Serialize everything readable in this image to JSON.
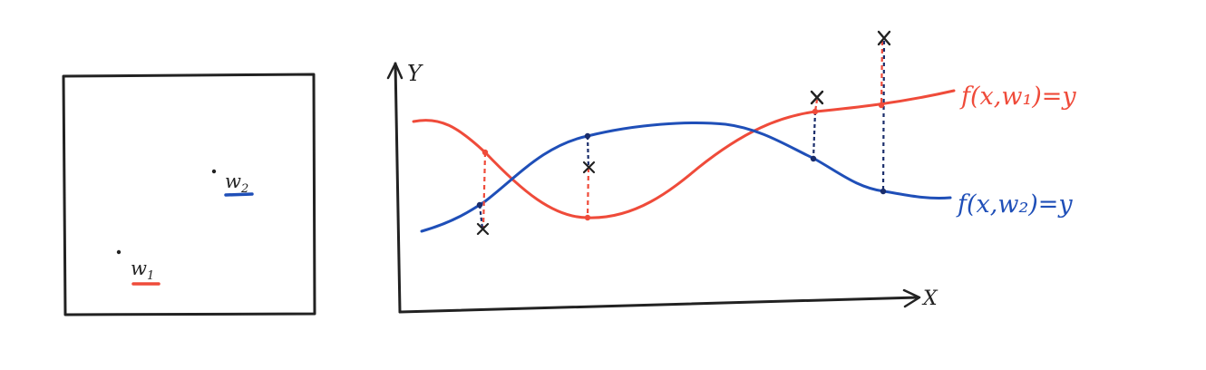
{
  "parameter_space": {
    "points": [
      {
        "label": "w",
        "subscript": "1",
        "color": "#ef4b3a"
      },
      {
        "label": "w",
        "subscript": "2",
        "color": "#1f4fb8"
      }
    ]
  },
  "plot": {
    "y_axis_label": "Y",
    "x_axis_label": "X",
    "curves": [
      {
        "id": "red",
        "label": "f(x,w₁)=y",
        "color": "#ef4b3a"
      },
      {
        "id": "blue",
        "label": "f(x,w₂)=y",
        "color": "#1f4fb8"
      }
    ]
  }
}
